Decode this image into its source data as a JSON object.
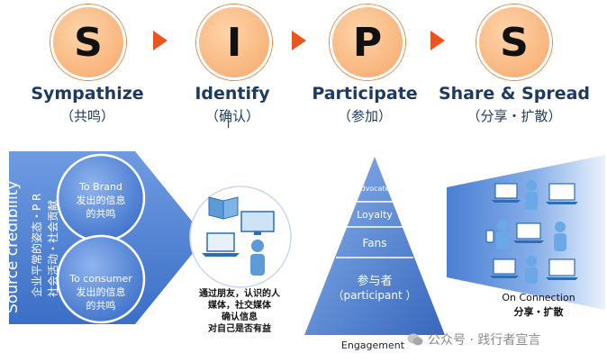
{
  "stages": [
    {
      "letter": "S",
      "title": "Sympathize",
      "sub": "（共鸣）"
    },
    {
      "letter": "I",
      "title": "Identify",
      "sub": "（确认）"
    },
    {
      "letter": "P",
      "title": "Participate",
      "sub": "（参加）"
    },
    {
      "letter": "S",
      "title": "Share & Spread",
      "sub": "（分享・扩散）"
    }
  ],
  "cursor_glyph": "I",
  "sympathize_panel": {
    "vertical_title": "Source credibility",
    "vertical_sub1": "企业平常的姿态・P R",
    "vertical_sub2": "社会活动・社会贡献",
    "brand_line1": "To Brand",
    "brand_line2": "发出的信息",
    "brand_line3": "的共鸣",
    "consumer_line1": "To consumer",
    "consumer_line2": "发出的信息",
    "consumer_line3": "的共鸣"
  },
  "identify_panel": {
    "caption_line1": "通过朋友，认识的人",
    "caption_line2": "媒体，社交媒体",
    "caption_line3": "确认信息",
    "caption_line4": "对自己是否有益"
  },
  "pyramid": {
    "levels": [
      "Advocates",
      "Loyalty",
      "Fans",
      "参与者",
      "（participant ）"
    ],
    "base_label": "Engagement"
  },
  "share_panel": {
    "label1": "On Connection",
    "label2": "分享・扩散"
  },
  "watermark": "公众号 · 践行者宣言",
  "colors": {
    "circle": "#f9b57d",
    "arrow": "#e8551e",
    "blue": "#4a7fd4",
    "text_dark": "#1f3a60"
  }
}
